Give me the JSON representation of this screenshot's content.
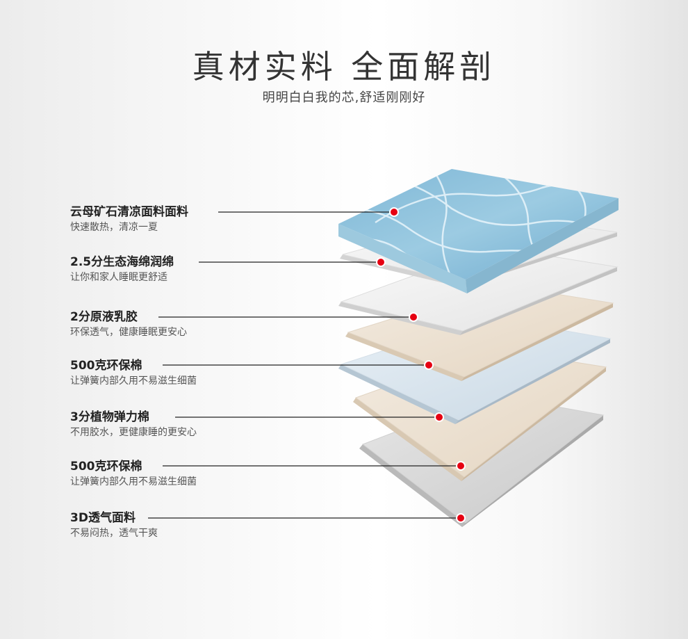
{
  "header": {
    "title": "真材实料 全面解剖",
    "subtitle": "明明白白我的芯,舒适刚刚好"
  },
  "layers": [
    {
      "name": "云母矿石清凉面料面料",
      "description": "快速散热，清凉一夏"
    },
    {
      "name": "2.5分生态海绵润绵",
      "description": "让你和家人睡眠更舒适"
    },
    {
      "name": "2分原液乳胶",
      "description": "环保透气，健康睡眠更安心"
    },
    {
      "name": "500克环保棉",
      "description": "让弹簧内部久用不易滋生细菌"
    },
    {
      "name": "3分植物弹力棉",
      "description": "不用胶水，更健康睡的更安心"
    },
    {
      "name": "500克环保棉",
      "description": "让弹簧内部久用不易滋生细菌"
    },
    {
      "name": "3D透气面料",
      "description": "不易闷热，透气干爽"
    }
  ],
  "colors": {
    "marker": "#e60012",
    "leader_line": "#222222",
    "top_fabric": "#8fc3dd"
  }
}
